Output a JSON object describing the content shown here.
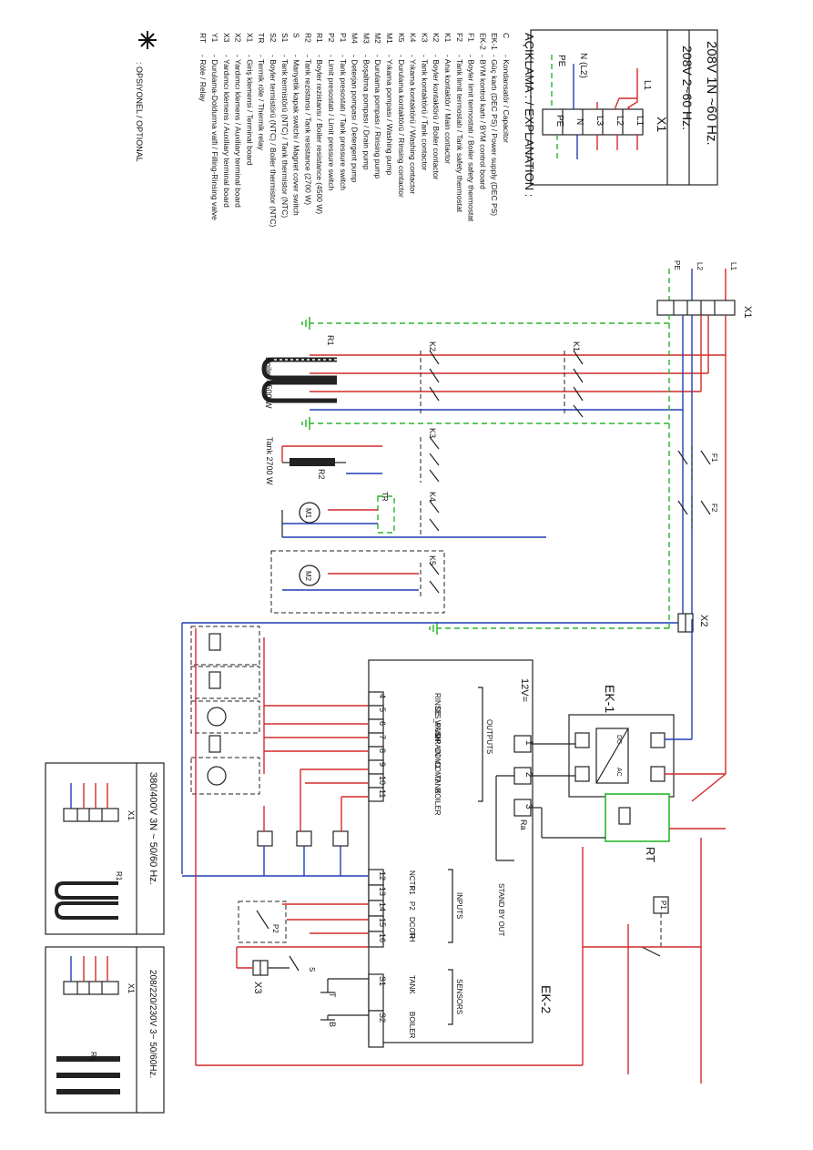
{
  "power_box": {
    "title": "X1",
    "line1": "208V 1N ~60 Hz.",
    "line2": "208V 2~60 Hz.",
    "wire_l1": "L1",
    "wire_n": "N (L2)",
    "wire_pe": "PE",
    "terminals": [
      "L1",
      "L2",
      "L3",
      "N",
      "PE"
    ]
  },
  "legend": {
    "title": "AÇIKLAMA : / EXPLANATION :",
    "items": [
      {
        "code": "C",
        "text": "- Kondansatör / Capacitor"
      },
      {
        "code": "EK-1",
        "text": "- Güç kartı (DEC PS) / Power supply (DEC PS)"
      },
      {
        "code": "EK-2",
        "text": "- BYM kontrol kartı / BYM control board"
      },
      {
        "code": "F1",
        "text": "- Boyler limit termostatı / Boiler safety thermostat"
      },
      {
        "code": "F2",
        "text": "- Tank limit termostatı / Tank safety thermostat"
      },
      {
        "code": "K1",
        "text": "- Ana kontaktör / Main contactor"
      },
      {
        "code": "K2",
        "text": "- Boyler kontaktörü / Boiler contactor"
      },
      {
        "code": "K3",
        "text": "- Tank kontaktörü / Tank contactor"
      },
      {
        "code": "K4",
        "text": "- Yıkama kontaktörü / Washing contactor"
      },
      {
        "code": "K5",
        "text": "- Durulama kontaktörü / Rinsing contactor"
      },
      {
        "code": "M1",
        "text": "- Yıkama pompası / Washing pump"
      },
      {
        "code": "M2",
        "text": "- Durulama pompası / Rinsing pump"
      },
      {
        "code": "M3",
        "text": "- Boşaltma pompası / Drain pump"
      },
      {
        "code": "M4",
        "text": "- Deterjan pompası / Detergent pump"
      },
      {
        "code": "P1",
        "text": "- Tank presostatı / Tank pressure switch"
      },
      {
        "code": "P2",
        "text": "- Limit presostatı / Limit pressure switch"
      },
      {
        "code": "R1",
        "text": "- Boyler rezistansı / Boiler resistance (4500 W)"
      },
      {
        "code": "R2",
        "text": "- Tank rezistansı / Tank resistance (2700 W)"
      },
      {
        "code": "S",
        "text": "- Manyetik kapak switchi / Magnet cover switch"
      },
      {
        "code": "S1",
        "text": "- Tank termistörü (NTC) / Tank thermistor (NTC)"
      },
      {
        "code": "S2",
        "text": "- Boyler termistörü (NTC) / Boiler thermistor (NTC)"
      },
      {
        "code": "TR",
        "text": "- Termik röle / Thermik relay"
      },
      {
        "code": "X1",
        "text": "- Giriş klemensi / Terminal board"
      },
      {
        "code": "X2",
        "text": "- Yardımcı klemens / Auxiliary terminal board"
      },
      {
        "code": "X3",
        "text": "- Yardımcı klemens / Auxiliary terminal board"
      },
      {
        "code": "Y1",
        "text": "- Durulama-Doldurma valfi / Filling-Rinsing valve"
      },
      {
        "code": "RT",
        "text": "- Röle / Relay"
      }
    ],
    "optional_note": ": OPSIYONEL / OPTIONAL"
  },
  "schematic": {
    "x1_label": "X1",
    "x2_label": "X2",
    "x3_label": "X3",
    "ek1_label": "EK-1",
    "ek2_label": "EK-2",
    "rt_label": "RT",
    "supply_labels": [
      "L1",
      "L2",
      "PE"
    ],
    "r1_label": "R1",
    "boiler_label": "Boiler 4500 W",
    "tank_label": "Tank 2700 W",
    "r2_label": "R2",
    "contactors": [
      "K1",
      "K2",
      "K3",
      "K4",
      "K5"
    ],
    "motor_m1": "M1",
    "motor_m2": "M2",
    "tr_label": "TR",
    "f1_label": "F1",
    "f2_label": "F2",
    "p1_label": "P1",
    "p2_label": "P2",
    "voltage_12": "12V=",
    "outputs_title": "OUTPUTS",
    "outputs": [
      {
        "pin": "4",
        "name": "RINSE"
      },
      {
        "pin": "5",
        "name": "DIS_PUMP"
      },
      {
        "pin": "6",
        "name": "WASH"
      },
      {
        "pin": "7",
        "name": "DRAIN"
      },
      {
        "pin": "8",
        "name": "COM1"
      },
      {
        "pin": "9",
        "name": "COM2"
      },
      {
        "pin": "10",
        "name": "TANK"
      },
      {
        "pin": "11",
        "name": "BOILER"
      }
    ],
    "inputs_title": "INPUTS",
    "inputs": [
      {
        "pin": "12",
        "name": "NCTR"
      },
      {
        "pin": "13",
        "name": "P1"
      },
      {
        "pin": "14",
        "name": "P2"
      },
      {
        "pin": "15",
        "name": "DCOR"
      },
      {
        "pin": "16",
        "name": "TH"
      }
    ],
    "sensors_title": "SENSORS",
    "sensors": [
      {
        "pin": "S1",
        "name": "TANK"
      },
      {
        "pin": "S2",
        "name": "BOILER"
      }
    ],
    "standby": "STAND BY OUT",
    "ra_label": "Ra",
    "power_pins": [
      "1",
      "2",
      "3"
    ],
    "dc_label": "DC",
    "ac_label": "AC",
    "t_label": "T",
    "b_label": "B",
    "s_label": "S"
  },
  "inset_top": {
    "title": "380/400V 3N ~ 50/60 Hz.",
    "x1": "X1",
    "r1": "R1"
  },
  "inset_bottom": {
    "title": "208/220/230V 3~ 50/60Hz.",
    "x1": "X1",
    "r1": "R1"
  },
  "colors": {
    "phase": "#d42a2a",
    "neutral": "#1f3fb5",
    "earth": "#2bb52b",
    "rt_box": "#2bb52b"
  }
}
